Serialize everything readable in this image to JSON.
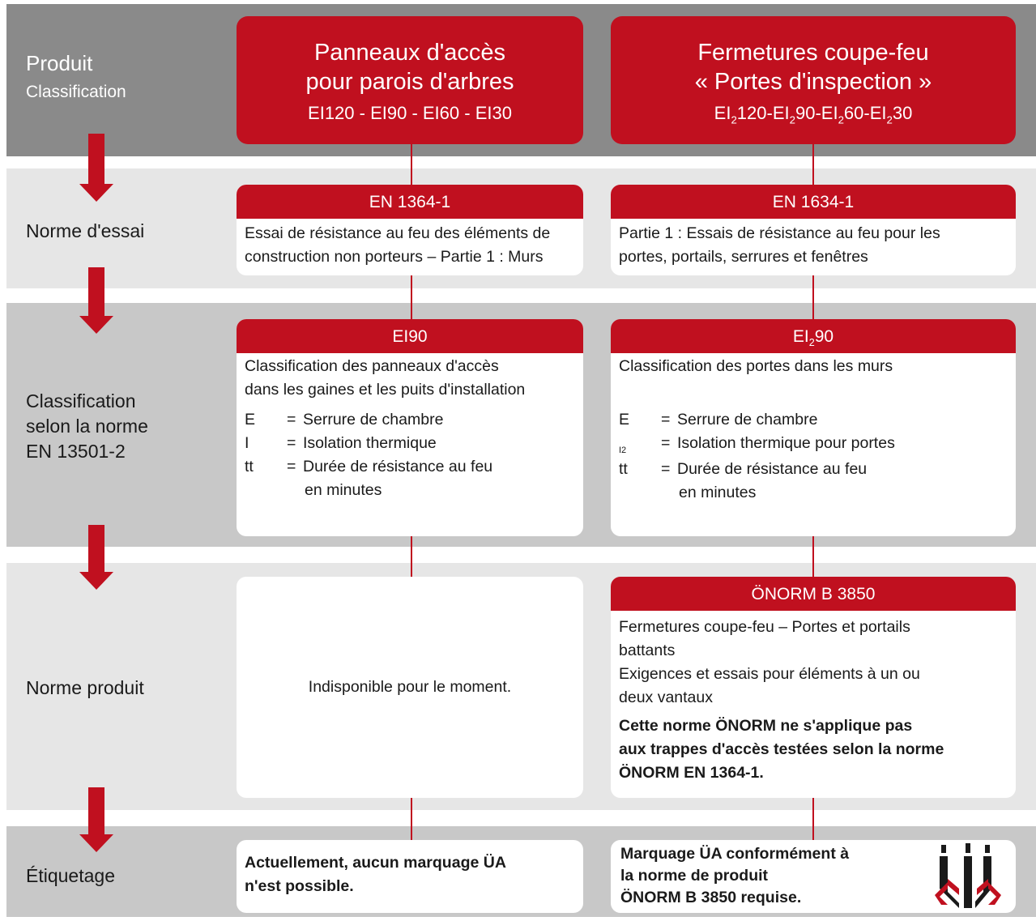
{
  "rows": [
    {
      "label": "Produit",
      "sublabel": "Classification"
    },
    {
      "label": "Norme d'essai"
    },
    {
      "label_lines": [
        "Classification",
        "selon la norme",
        "EN 13501-2"
      ]
    },
    {
      "label": "Norme produit"
    },
    {
      "label": "Étiquetage"
    }
  ],
  "product_left": {
    "title_lines": [
      "Panneaux d'accès",
      "pour parois d'arbres"
    ],
    "classes": "EI120 - EI90 - EI60 - EI30"
  },
  "product_right": {
    "title_lines": [
      "Fermetures coupe-feu",
      "« Portes d'inspection »"
    ],
    "classes_parts": [
      "EI",
      "2",
      "120-",
      "EI",
      "2",
      "90-",
      "EI",
      "2",
      "60-",
      "EI",
      "2",
      "30"
    ]
  },
  "test_left": {
    "head": "EN 1364-1",
    "lines": [
      "Essai de résistance au feu des éléments de",
      "construction non porteurs – Partie 1 : Murs"
    ]
  },
  "test_right": {
    "head": "EN 1634-1",
    "lines": [
      "Partie 1 : Essais de résistance au feu pour les",
      "portes, portails, serrures et fenêtres"
    ]
  },
  "class_left": {
    "head": "EI90",
    "lines": [
      "Classification des panneaux d'accès",
      "dans les gaines et les puits d'installation"
    ],
    "defs": [
      {
        "sym": "E",
        "eq": "=",
        "text": "Serrure de chambre"
      },
      {
        "sym": "I",
        "eq": "=",
        "text": "Isolation thermique"
      },
      {
        "sym": "tt",
        "eq": "=",
        "text": "Durée de résistance au feu"
      }
    ],
    "cont": "en minutes"
  },
  "class_right": {
    "head_main": "EI",
    "head_sub": "2",
    "head_rest": "90",
    "line": "Classification des portes dans les murs",
    "defs": [
      {
        "sym": "E",
        "eq": "=",
        "text": "Serrure de chambre"
      },
      {
        "sym": "I2",
        "eq": "=",
        "text": "Isolation thermique pour portes"
      },
      {
        "sym": "tt",
        "eq": "=",
        "text": "Durée de résistance au feu"
      }
    ],
    "cont": "en minutes"
  },
  "norm_left": {
    "text": "Indisponible pour le moment."
  },
  "norm_right": {
    "head": "ÖNORM B 3850",
    "lines": [
      "Fermetures coupe-feu – Portes et portails",
      "battants",
      "Exigences et essais pour éléments à un ou",
      "deux vantaux"
    ],
    "bold_lines": [
      "Cette norme ÖNORM ne s'applique pas",
      "aux trappes d'accès testées selon la norme",
      "ÖNORM EN 1364-1."
    ]
  },
  "label_left": {
    "lines": [
      "Actuellement, aucun marquage ÜA",
      "n'est possible."
    ]
  },
  "label_right": {
    "lines": [
      "Marquage ÜA conformément à",
      "la norme de produit",
      "ÖNORM B 3850 requise."
    ]
  },
  "colors": {
    "accent": "#c0101f",
    "band_dark": "#8a8a8a",
    "band_mid": "#c8c8c8",
    "band_light": "#e6e6e6"
  }
}
